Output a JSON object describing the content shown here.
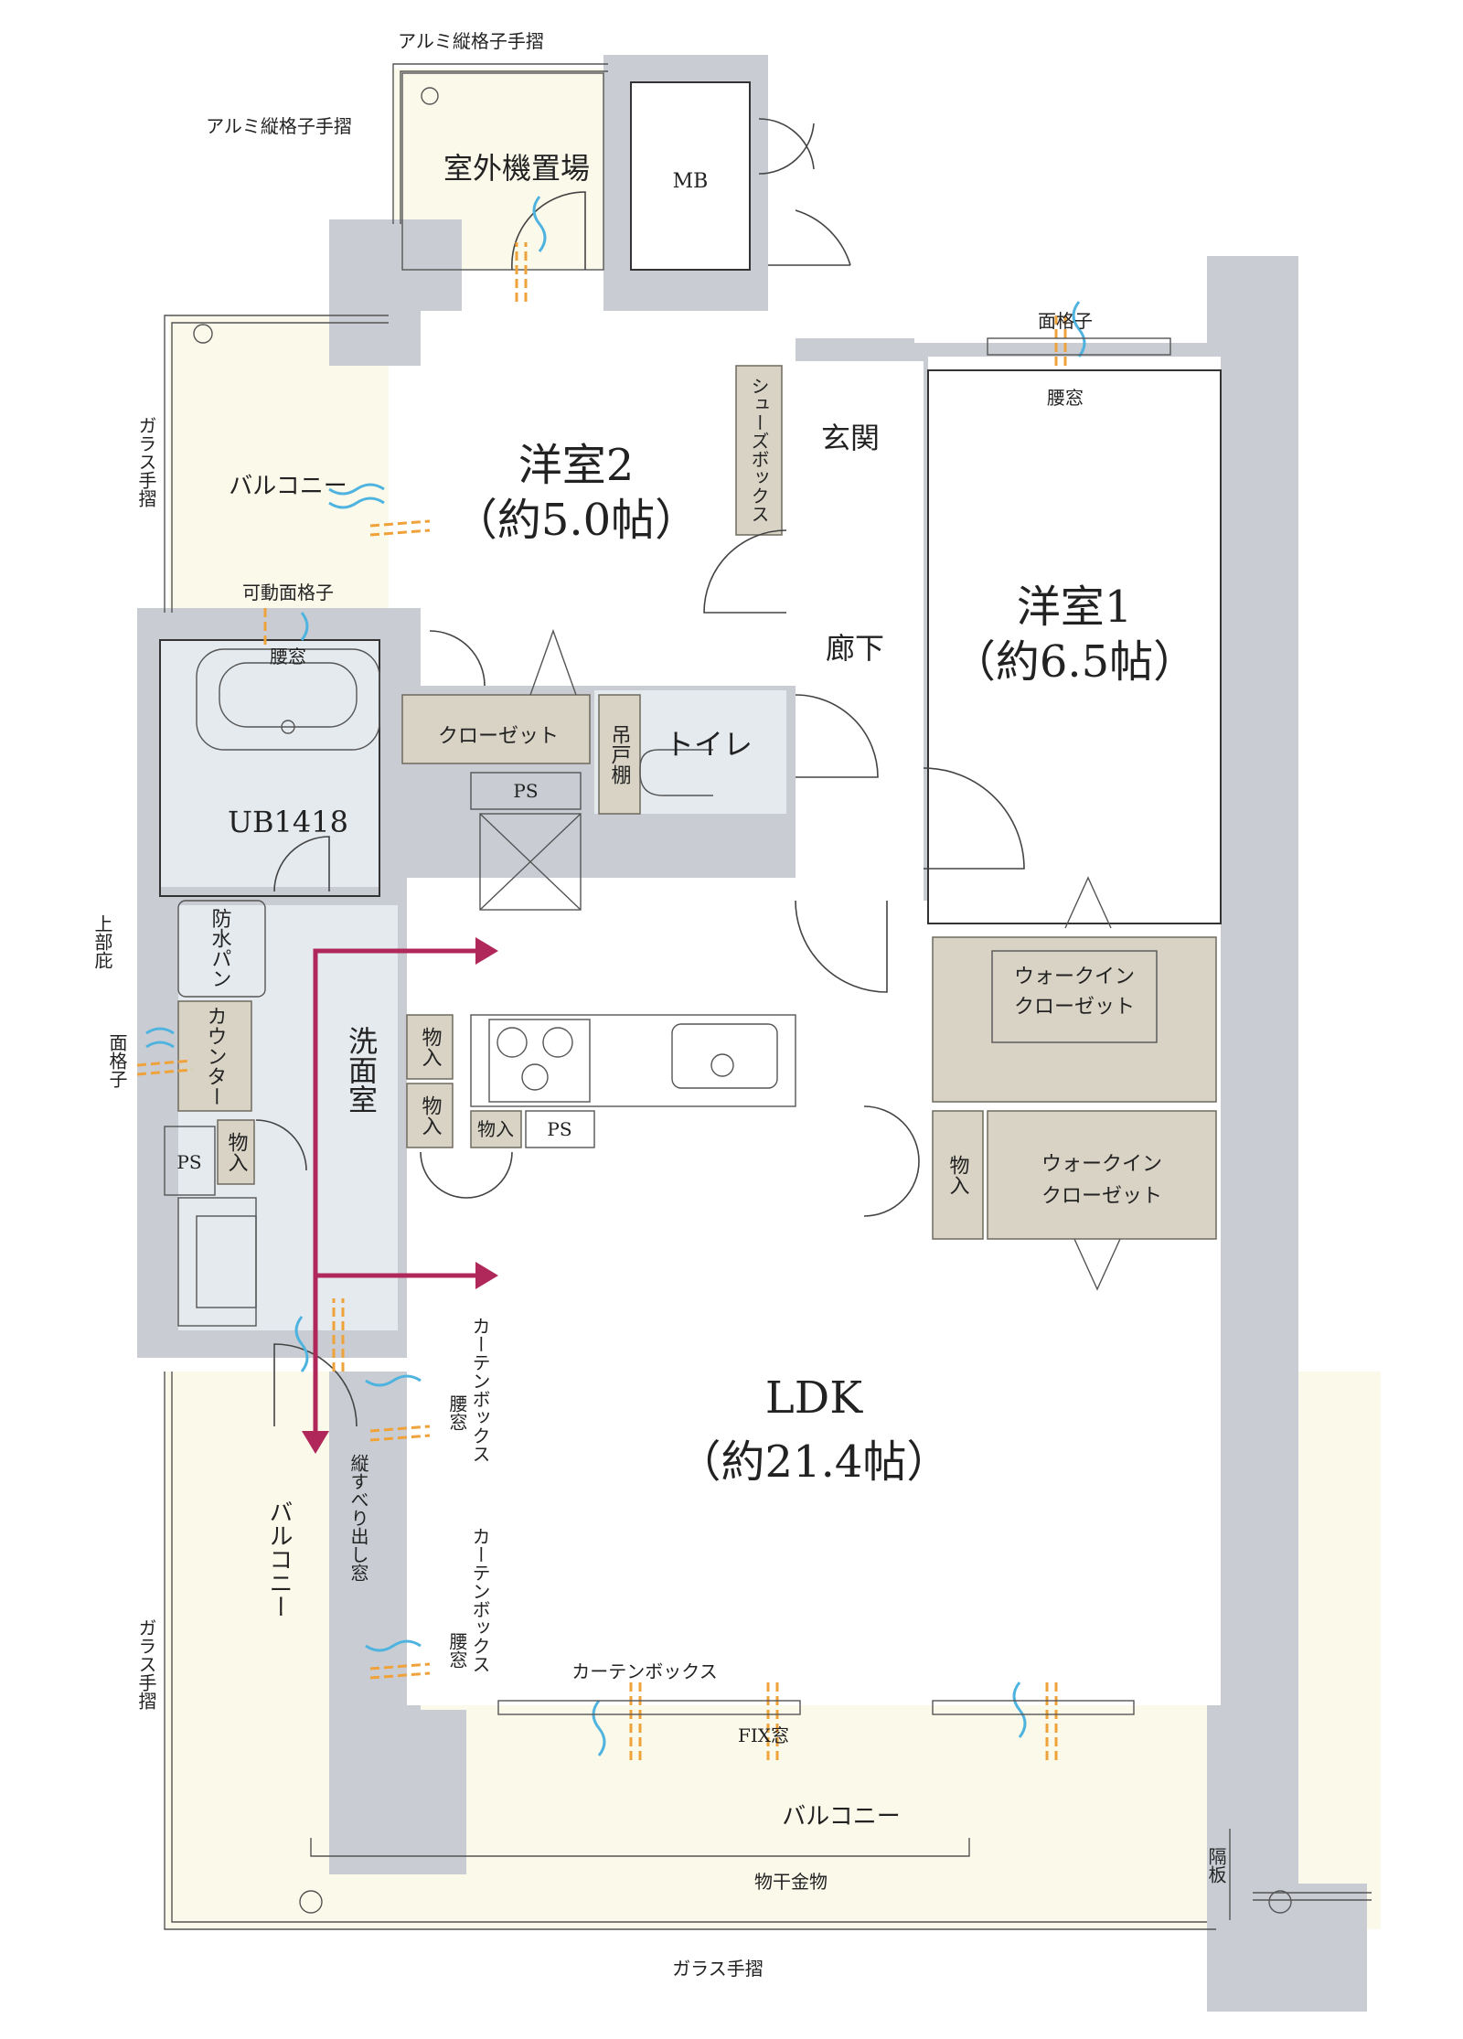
{
  "rooms": {
    "western2": {
      "name": "洋室2",
      "size": "（約5.0帖）"
    },
    "western1": {
      "name": "洋室1",
      "size": "（約6.5帖）"
    },
    "ldk": {
      "name": "LDK",
      "size": "（約21.4帖）"
    },
    "entrance": "玄関",
    "hallway": "廊下",
    "toilet": "トイレ",
    "washroom": "洗面室",
    "unit_bath": "UB1418",
    "outdoor_unit": "室外機置場",
    "mb": "MB",
    "balcony_upper": "バルコニー",
    "balcony_left": "バルコニー",
    "balcony_bottom": "バルコニー"
  },
  "storage": {
    "shoe_box": "シューズボックス",
    "closet": "クローゼット",
    "hanging_shelf": "吊戸棚",
    "ps1": "PS",
    "ps2": "PS",
    "ps3": "PS",
    "walkin1_line1": "ウォークイン",
    "walkin1_line2": "クローゼット",
    "walkin2_line1": "ウォークイン",
    "walkin2_line2": "クローゼット",
    "monoire_wic": "物入",
    "monoire_k1": "物入",
    "monoire_k2": "物入",
    "monoire_k3": "物入",
    "monoire_wash": "物入",
    "waterproof_pan": "防水パン",
    "counter": "カウンター"
  },
  "notes": {
    "alum_rail_top": "アルミ縦格子手摺",
    "alum_rail_left": "アルミ縦格子手摺",
    "glass_rail_left_upper": "ガラス手摺",
    "glass_rail_left_lower": "ガラス手摺",
    "glass_rail_bottom": "ガラス手摺",
    "movable_lattice": "可動面格子",
    "waist_window_bath": "腰窓",
    "lattice_top": "面格子",
    "waist_window_top": "腰窓",
    "upper_eave": "上部庇",
    "lattice_left": "面格子",
    "curtain_box_1": "カーテンボックス",
    "waist_window_ldk1": "腰窓",
    "curtain_box_2": "カーテンボックス",
    "waist_window_ldk2": "腰窓",
    "vertical_slide_window": "縦すべり出し窓",
    "curtain_box_3": "カーテンボックス",
    "fix_window": "FIX窓",
    "clothes_hanger": "物干金物",
    "partition_board": "隔板"
  },
  "colors": {
    "wall": "#c9cdd3",
    "balcony": "#fbf9ea",
    "wet_area": "#e5eaee",
    "storage": "#d8d3c5",
    "flow_arrow": "#b0285a",
    "wind_blue": "#4fb3e0",
    "wind_orange": "#f0a23a"
  }
}
